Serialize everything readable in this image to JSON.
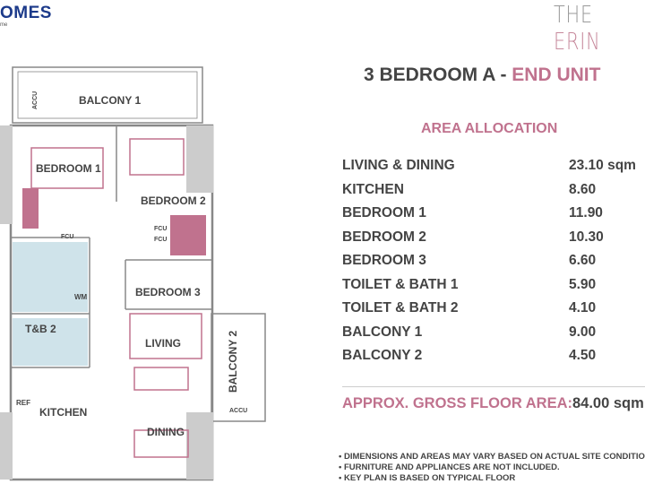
{
  "header": {
    "brand": "OMES",
    "brand_tagline": "me",
    "project_prefix": "THE ",
    "project_accent": "ERIN"
  },
  "unit": {
    "title_main": "3 BEDROOM A - ",
    "title_accent": "END UNIT"
  },
  "area_allocation": {
    "heading": "AREA ALLOCATION",
    "rows": [
      {
        "label": "LIVING & DINING",
        "value": "23.10 sqm"
      },
      {
        "label": "KITCHEN",
        "value": "8.60"
      },
      {
        "label": "BEDROOM 1",
        "value": "11.90"
      },
      {
        "label": "BEDROOM 2",
        "value": "10.30"
      },
      {
        "label": "BEDROOM 3",
        "value": "6.60"
      },
      {
        "label": "TOILET & BATH 1",
        "value": "5.90"
      },
      {
        "label": "TOILET & BATH 2",
        "value": "4.10"
      },
      {
        "label": "BALCONY 1",
        "value": "9.00"
      },
      {
        "label": "BALCONY 2",
        "value": "4.50"
      }
    ],
    "gross_label": "APPROX. GROSS FLOOR AREA:",
    "gross_value": "84.00 sqm"
  },
  "notes": [
    "• DIMENSIONS AND AREAS MAY VARY BASED ON ACTUAL SITE CONDITION",
    "• FURNITURE AND APPLIANCES ARE NOT INCLUDED.",
    "• KEY PLAN IS BASED ON TYPICAL FLOOR"
  ],
  "plan": {
    "balcony1": "BALCONY 1",
    "bedroom1": "BEDROOM 1",
    "bedroom2": "BEDROOM 2",
    "bedroom3": "BEDROOM 3",
    "tb2": "T&B 2",
    "wm": "WM",
    "living": "LIVING",
    "balcony2": "BALCONY 2",
    "kitchen": "KITCHEN",
    "dining": "DINING",
    "ref": "REF",
    "accu": "ACCU",
    "fcu": "FCU"
  },
  "colors": {
    "accent": "#c0728e",
    "brand": "#1c3a8a",
    "text": "#444444",
    "tile": "#cfe3ea"
  }
}
